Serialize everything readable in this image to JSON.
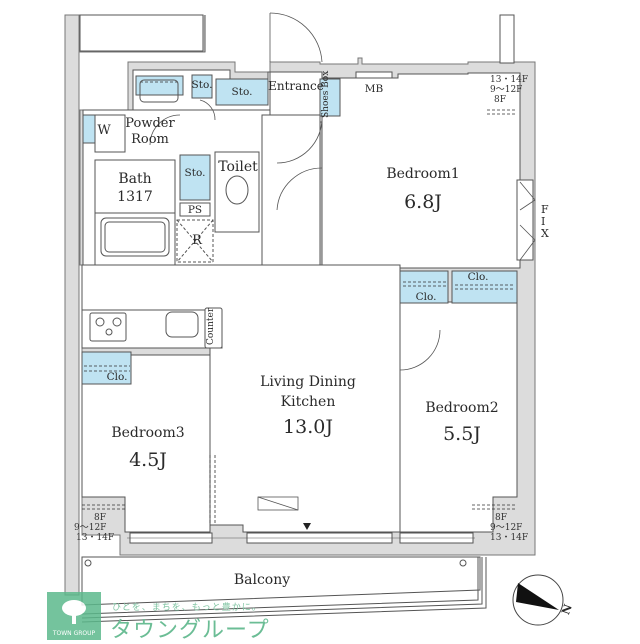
{
  "floor_plan": {
    "rooms": {
      "entrance": {
        "name": "Entrance"
      },
      "mb": {
        "name": "MB"
      },
      "shoes_box": {
        "name": "Shoes Box"
      },
      "powder_room": {
        "name_line1": "Powder",
        "name_line2": "Room",
        "washer": "W"
      },
      "bath": {
        "name": "Bath",
        "size": "1317"
      },
      "toilet": {
        "name": "Toilet"
      },
      "ps": {
        "name": "PS"
      },
      "r": {
        "name": "R"
      },
      "bedroom1": {
        "name": "Bedroom1",
        "size": "6.8J"
      },
      "bedroom2": {
        "name": "Bedroom2",
        "size": "5.5J"
      },
      "bedroom3": {
        "name": "Bedroom3",
        "size": "4.5J"
      },
      "ldk": {
        "name_line1": "Living Dining",
        "name_line2": "Kitchen",
        "size": "13.0J"
      },
      "balcony": {
        "name": "Balcony"
      }
    },
    "storage": {
      "sto_top_left": "Sto.",
      "sto_top_center": "Sto.",
      "sto_mid": "Sto.",
      "clo_bedroom1": "Clo.",
      "clo_bedroom2": "Clo.",
      "clo_bedroom3": "Clo.",
      "counter": "Counter"
    },
    "window": {
      "fix": "FIX"
    },
    "floor_notes": {
      "top_right": [
        "13・14F",
        "9～12F",
        "8F"
      ],
      "bottom_left": [
        "8F",
        "9～12F",
        "13・14F"
      ],
      "bottom_right": [
        "8F",
        "9～12F",
        "13・14F"
      ]
    },
    "compass": {
      "label": "N"
    }
  },
  "branding": {
    "logo_text": "TOWN GROUP",
    "tagline": "ひとを、まちを、もっと豊かに。",
    "name": "タウングループ",
    "color": "#5cb98c"
  },
  "colors": {
    "wall": "#dcdcdc",
    "line": "#555555",
    "storage": "#bfe3f2"
  }
}
